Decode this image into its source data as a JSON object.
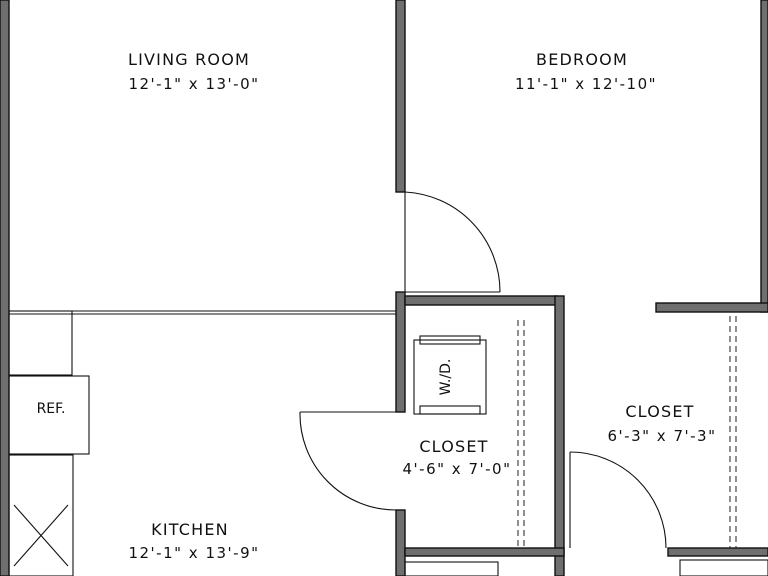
{
  "rooms": {
    "living_room": {
      "name": "LIVING ROOM",
      "size": "12'-1\" x 13'-0\""
    },
    "bedroom": {
      "name": "BEDROOM",
      "size": "11'-1\" x 12'-10\""
    },
    "closet_laundry": {
      "name": "CLOSET",
      "size": "4'-6\" x 7'-0\""
    },
    "closet_bedroom": {
      "name": "CLOSET",
      "size": "6'-3\" x 7'-3\""
    },
    "kitchen": {
      "name": "KITCHEN",
      "size": "12'-1\" x 13'-9\""
    }
  },
  "fixtures": {
    "refrigerator": "REF.",
    "washer_dryer": "W./D."
  },
  "colors": {
    "wall_fill": "#6f6f6f",
    "line": "#111111",
    "background": "#ffffff"
  }
}
